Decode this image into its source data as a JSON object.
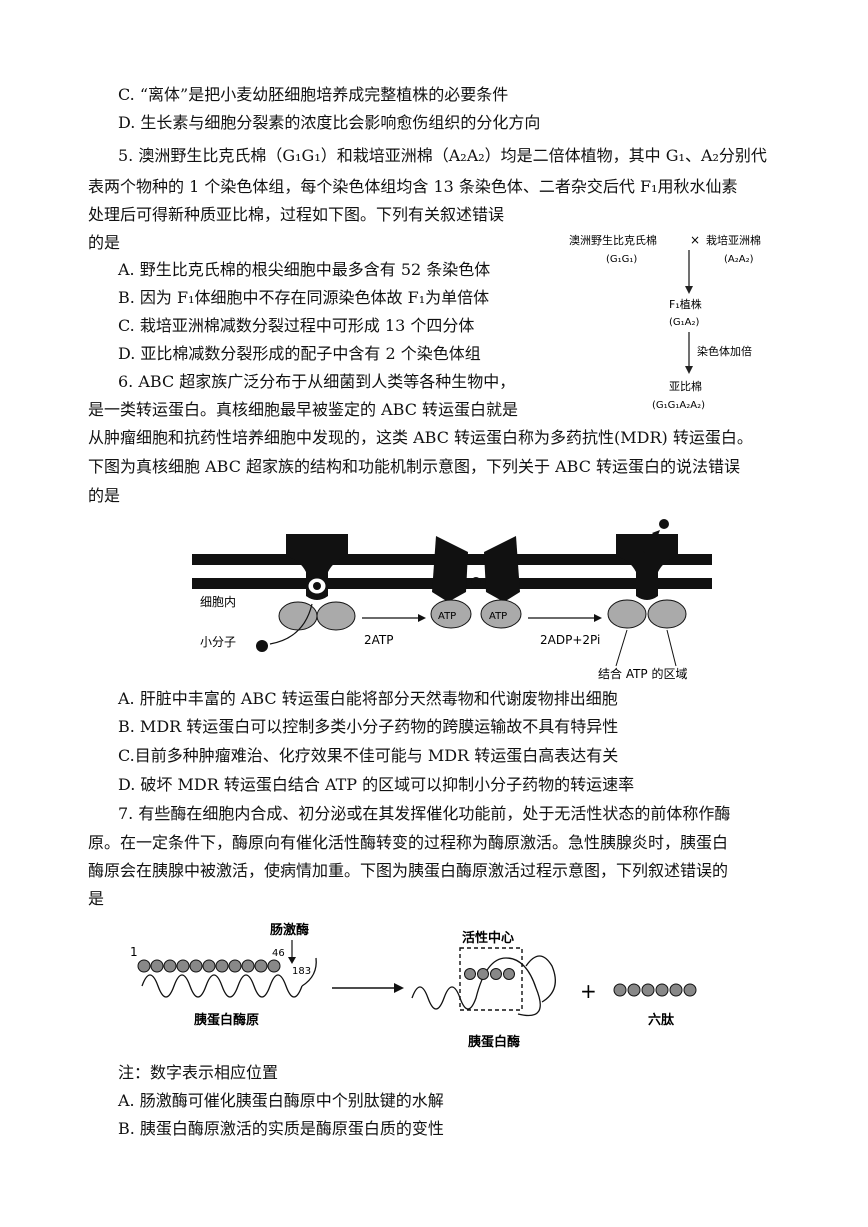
{
  "q4_options": {
    "C": "C. “离体”是把小麦幼胚细胞培养成完整植株的必要条件",
    "D": "D. 生长素与细胞分裂素的浓度比会影响愈伤组织的分化方向"
  },
  "q5": {
    "stem_l1": "5. 澳洲野生比克氏棉（G₁G₁）和栽培亚洲棉（A₂A₂）均是二倍体植物，其中 G₁、A₂分别代",
    "stem_l2": "表两个物种的 1 个染色体组，每个染色体组均含 13 条染色体、二者杂交后代 F₁用秋水仙素",
    "stem_l3": "处理后可得新种质亚比棉，过程如下图。下列有关叙述错误",
    "stem_l4": "的是",
    "A": "A. 野生比克氏棉的根尖细胞中最多含有 52 条染色体",
    "B": "B. 因为 F₁体细胞中不存在同源染色体故 F₁为单倍体",
    "C": "C. 栽培亚洲棉减数分裂过程中可形成 13 个四分体",
    "D": "D. 亚比棉减数分裂形成的配子中含有 2 个染色体组",
    "figure": {
      "p1": "澳洲野生比克氏棉",
      "cross": "×",
      "p2": "栽培亚洲棉",
      "p1_geno": "(G₁G₁)",
      "p2_geno": "(A₂A₂)",
      "f1": "F₁植株",
      "f1_geno": "(G₁A₂)",
      "step": "染色体加倍",
      "product": "亚比棉",
      "product_geno": "(G₁G₁A₂A₂)"
    }
  },
  "q6": {
    "stem_l1": "6. ABC 超家族广泛分布于从细菌到人类等各种生物中，",
    "stem_l2": "是一类转运蛋白。真核细胞最早被鉴定的 ABC 转运蛋白就是",
    "stem_l3": "从肿瘤细胞和抗药性培养细胞中发现的，这类 ABC 转运蛋白称为多药抗性(MDR) 转运蛋白。",
    "stem_l4": "下图为真核细胞 ABC 超家族的结构和功能机制示意图，下列关于 ABC 转运蛋白的说法错误",
    "stem_l5": "的是",
    "figure": {
      "inside": "细胞内",
      "small_molecule": "小分子",
      "atp2": "2ATP",
      "atp_a": "ATP",
      "atp_b": "ATP",
      "adp": "2ADP+2Pi",
      "atp_region": "结合 ATP 的区域"
    },
    "A": "A. 肝脏中丰富的 ABC 转运蛋白能将部分天然毒物和代谢废物排出细胞",
    "B": "B. MDR 转运蛋白可以控制多类小分子药物的跨膜运输故不具有特异性",
    "C": "C.目前多种肿瘤难治、化疗效果不佳可能与 MDR 转运蛋白高表达有关",
    "D": "D. 破坏 MDR 转运蛋白结合 ATP 的区域可以抑制小分子药物的转运速率"
  },
  "q7": {
    "stem_l1": "7. 有些酶在细胞内合成、初分泌或在其发挥催化功能前，处于无活性状态的前体称作酶",
    "stem_l2": "原。在一定条件下，酶原向有催化活性酶转变的过程称为酶原激活。急性胰腺炎时，胰蛋白",
    "stem_l3": "酶原会在胰腺中被激活，使病情加重。下图为胰蛋白酶原激活过程示意图，下列叙述错误的",
    "stem_l4": "是",
    "figure": {
      "enterokinase": "肠激酶",
      "pos1": "1",
      "pos46": "46",
      "pos183": "183",
      "zymogen": "胰蛋白酶原",
      "active_center": "活性中心",
      "enzyme": "胰蛋白酶",
      "plus": "+",
      "hexapeptide": "六肽"
    },
    "note": "注：数字表示相应位置",
    "A": "A. 肠激酶可催化胰蛋白酶原中个别肽键的水解",
    "B": "B. 胰蛋白酶原激活的实质是酶原蛋白质的变性"
  }
}
